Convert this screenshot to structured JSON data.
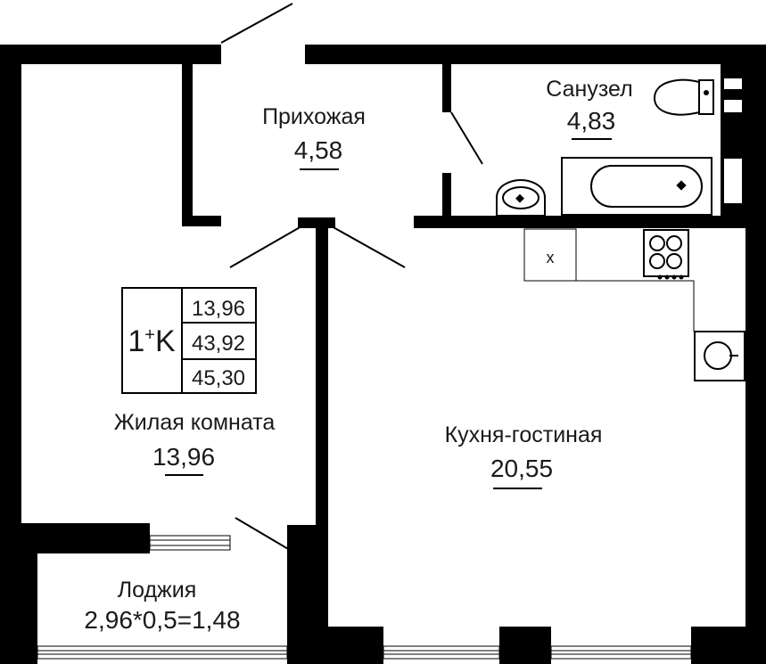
{
  "plan": {
    "apartment_type": "1",
    "apartment_type_sup": "+",
    "apartment_type_suffix": "K",
    "summary_values": [
      "13,96",
      "43,92",
      "45,30"
    ],
    "rooms": {
      "hallway": {
        "name": "Прихожая",
        "area": "4,58"
      },
      "bathroom": {
        "name": "Санузел",
        "area": "4,83"
      },
      "living_room": {
        "name": "Жилая комната",
        "area": "13,96"
      },
      "kitchen_living": {
        "name": "Кухня-гостиная",
        "area": "20,55"
      },
      "loggia": {
        "name": "Лоджия",
        "area": "2,96*0,5=1,48"
      }
    },
    "fixtures": {
      "fridge_mark": "x"
    }
  }
}
